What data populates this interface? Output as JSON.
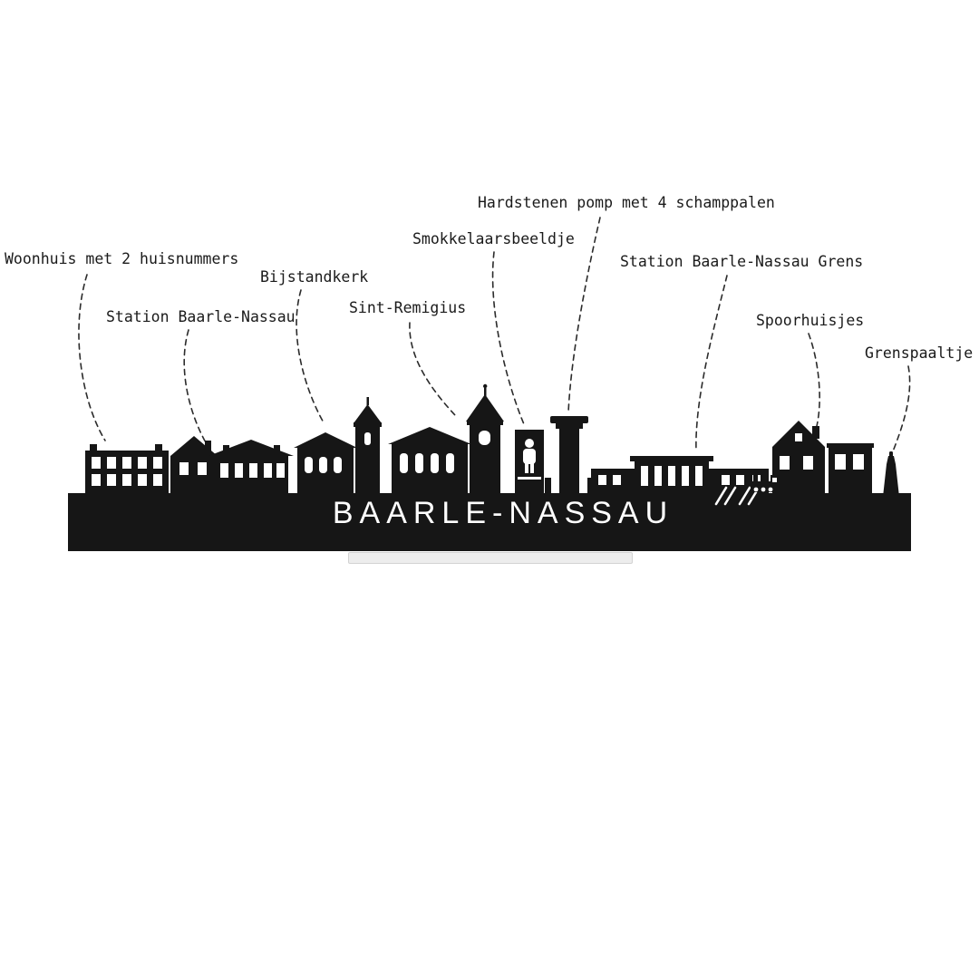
{
  "skyline": {
    "title": "BAARLE-NASSAU",
    "colors": {
      "silhouette": "#161616",
      "stand": "#ededed",
      "background": "#ffffff",
      "label_color": "#1a1a1a",
      "title_color": "#ffffff"
    }
  },
  "annotations": {
    "labels": [
      {
        "id": "woonhuis",
        "text": "Woonhuis met 2 huisnummers"
      },
      {
        "id": "station-baarle-nassau",
        "text": "Station Baarle-Nassau"
      },
      {
        "id": "bijstandkerk",
        "text": "Bijstandkerk"
      },
      {
        "id": "sint-remigius",
        "text": "Sint-Remigius"
      },
      {
        "id": "smokkelaarsbeeldje",
        "text": "Smokkelaarsbeeldje"
      },
      {
        "id": "hardstenen-pomp",
        "text": "Hardstenen pomp met 4 schamppalen"
      },
      {
        "id": "station-grens",
        "text": "Station Baarle-Nassau Grens"
      },
      {
        "id": "spoorhuisjes",
        "text": "Spoorhuisjes"
      },
      {
        "id": "grenspaaltje",
        "text": "Grenspaaltje"
      }
    ]
  }
}
